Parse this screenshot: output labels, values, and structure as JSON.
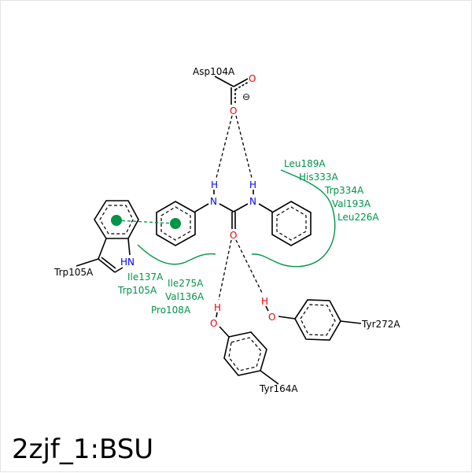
{
  "title": "2zjf_1:BSU",
  "colors": {
    "oxygen": "#e00000",
    "nitrogen": "#0000ff",
    "hydrophobic": "#00944a",
    "bond": "#000000"
  },
  "atoms": {
    "O": "O",
    "N": "N",
    "H": "H",
    "HN": "HN",
    "charge": "⊖"
  },
  "residues": {
    "asp104": "Asp104A",
    "trp105": "Trp105A",
    "tyr164": "Tyr164A",
    "tyr272": "Tyr272A"
  },
  "hydrophobic_right": [
    "Leu189A",
    "His333A",
    "Trp334A",
    "Val193A",
    "Leu226A"
  ],
  "hydrophobic_left": [
    "Ile137A",
    "Trp105A",
    "Ile275A",
    "Val136A",
    "Pro108A"
  ]
}
